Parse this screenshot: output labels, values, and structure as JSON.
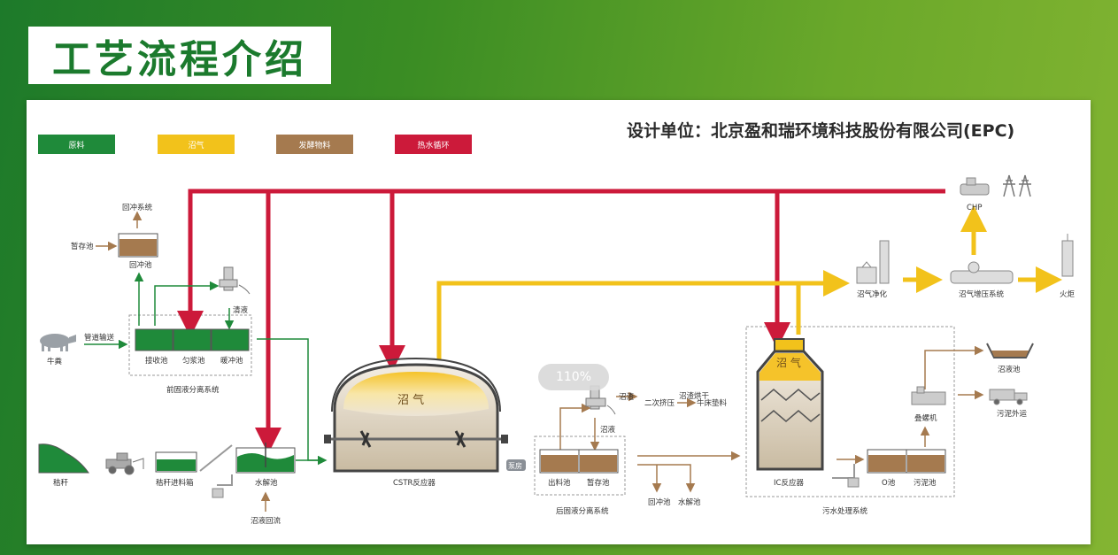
{
  "title": "工艺流程介绍",
  "designer": "设计单位：北京盈和瑞环境科技股份有限公司(EPC)",
  "zoom": "110%",
  "legend": [
    {
      "label": "原料",
      "color": "#1f8a3a"
    },
    {
      "label": "沼气",
      "color": "#f2c21b"
    },
    {
      "label": "发酵物料",
      "color": "#a57a4f"
    },
    {
      "label": "热水循环",
      "color": "#cc1a3a"
    }
  ],
  "labels": {
    "huichong_system": "回冲系统",
    "zancunchi_top": "暂存池",
    "huichongchi_top": "回冲池",
    "qingye": "清液",
    "pipe_transport": "管道输送",
    "cow_manure": "牛粪",
    "jieshouchi": "接收池",
    "yunjiangchi": "匀浆池",
    "nuanchongchi": "暖冲池",
    "front_separation": "前固液分离系统",
    "straw": "秸秆",
    "straw_feed_box": "秸秆进料箱",
    "shuijiechi": "水解池",
    "zhaoye_huiliu": "沼液回流",
    "biogas_dome": "沼 气",
    "cstr": "CSTR反应器",
    "pump": "泵房",
    "zhaozha": "沼渣",
    "second_squeeze": "二次挤压",
    "zhaozha_dry": "沼渣烘干",
    "cattle_bedding": "牛床垫料",
    "zhaoye": "沼液",
    "chuliaochi": "出料池",
    "zancunchi": "暂存池",
    "back_separation": "后固液分离系统",
    "huichongchi_bottom": "回冲池",
    "shuijiechi_bottom": "水解池",
    "biogas_ic": "沼 气",
    "ic_reactor": "IC反应器",
    "o_pool": "O池",
    "sludge_pool": "污泥池",
    "wastewater_system": "污水处理系统",
    "screw_press": "叠螺机",
    "zhaoyechi": "沼液池",
    "sludge_out": "污泥外运",
    "chp": "CHP",
    "purify": "沼气净化",
    "booster": "沼气增压系统",
    "torch": "火炬"
  }
}
